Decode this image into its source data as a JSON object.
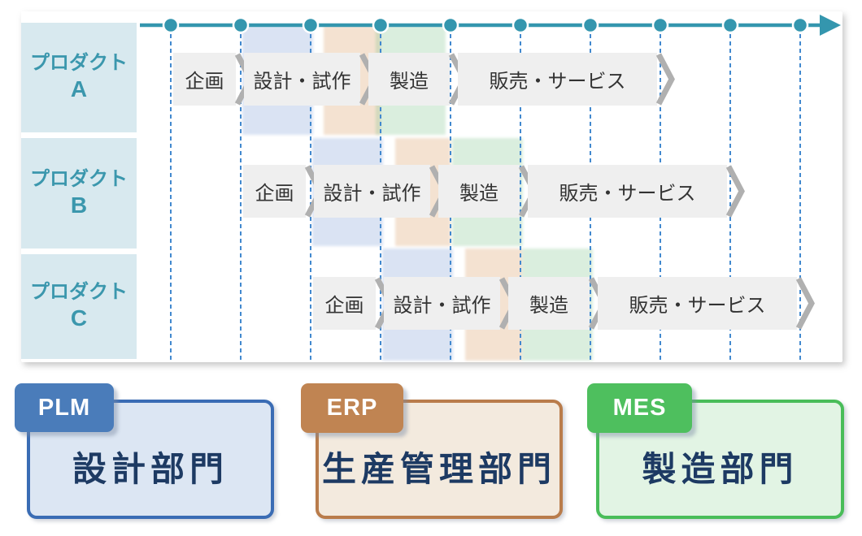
{
  "products": [
    {
      "label": "プロダクト",
      "variant": "A",
      "stages": [
        "企画",
        "設計・試作",
        "製造",
        "販売・サービス"
      ]
    },
    {
      "label": "プロダクト",
      "variant": "B",
      "stages": [
        "企画",
        "設計・試作",
        "製造",
        "販売・サービス"
      ]
    },
    {
      "label": "プロダクト",
      "variant": "C",
      "stages": [
        "企画",
        "設計・試作",
        "製造",
        "販売・サービス"
      ]
    }
  ],
  "departments": [
    {
      "tag": "PLM",
      "name": "設計部門",
      "accent": "#4a7cba",
      "border": "#3a6cb4",
      "fill": "#dce6f3"
    },
    {
      "tag": "ERP",
      "name": "生産管理部門",
      "accent": "#c08452",
      "border": "#b97c4b",
      "fill": "#f3eade"
    },
    {
      "tag": "MES",
      "name": "製造部門",
      "accent": "#4ebf5e",
      "border": "#49bd59",
      "fill": "#e2f4e4"
    }
  ],
  "colors": {
    "timeline": "#3496ae",
    "gridline": "#4289cf",
    "stage_fill": "#efefef",
    "stage_separator": "#b0b0b0",
    "product_label_bg": "#d8e9ef",
    "product_label_text": "#3b97ad",
    "plm_band": "rgba(143,170,220,0.33)",
    "erp_band": "rgba(217,160,102,0.30)",
    "mes_band": "rgba(111,190,127,0.26)",
    "department_text": "#1d3a63"
  }
}
